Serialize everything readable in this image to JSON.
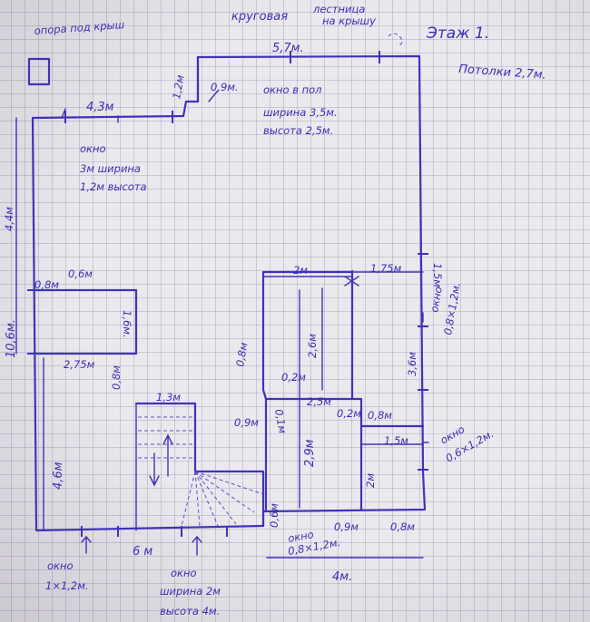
{
  "title": "Этаж 1.",
  "ceiling": "Потолки 2,7м.",
  "support": "опора под крыш",
  "stair_top_line1": "круговая",
  "stair_top_line2": "лестница",
  "stair_top_line3": "на крышу",
  "dim_top": "5,7м.",
  "dim_top_left": "4,3м",
  "dim_notch_v": "1,2м",
  "dim_notch_h": "0,9м.",
  "window_floor": [
    "окно в пол",
    "ширина 3,5м.",
    "высота 2,5м."
  ],
  "window_top_left": [
    "окно",
    "3м ширина",
    "1,2м высота"
  ],
  "dim_left_upper": "4,4м",
  "dim_left_total": "10,6м.",
  "dim_left_lower": "4,6м",
  "dim_08": "0,8м",
  "dim_06": "0,6м",
  "dim_16": "1,6м.",
  "dim_275": "2,75м",
  "dim_08v": "0,8м",
  "dim_13": "1,3м",
  "dim_bottom_6": "6 м",
  "window_bottom_left": [
    "окно",
    "1×1,2м."
  ],
  "window_bottom_mid": [
    "окно",
    "ширина 2м",
    "высота 4м."
  ],
  "dim_2": "2м",
  "dim_175": "1,75м",
  "dim_15_right": "1,5м",
  "window_right1": [
    "окно",
    "0,8×1,2м."
  ],
  "dim_26": "2,6м",
  "dim_08_corr": "0,8м",
  "dim_02": "0,2м",
  "dim_09_door": "0,9м",
  "dim_01": "0,1м",
  "dim_25": "2,5м",
  "dim_02b": "0,2м",
  "dim_08_c": "0,8м",
  "dim_36": "3,6м",
  "dim_15_bath": "1,5м",
  "window_right2": [
    "окно",
    "0,6×1,2м."
  ],
  "dim_29": "2,9м",
  "dim_2_bath": "2м",
  "dim_06_b": "0,6м",
  "dim_09_b": "0,9м",
  "dim_08_b": "0,8м",
  "window_bottom_right": [
    "окно",
    "0,8×1,2м."
  ],
  "dim_4": "4м."
}
